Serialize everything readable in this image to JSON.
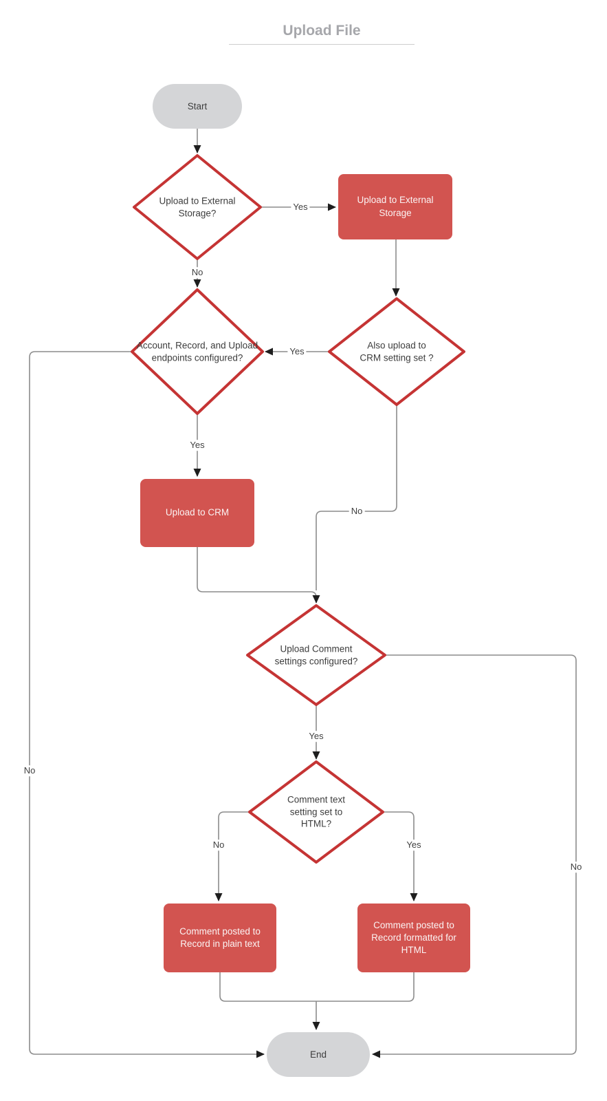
{
  "title": {
    "text": "Upload File"
  },
  "nodes": {
    "start": {
      "label": "Start",
      "type": "terminator"
    },
    "d_external": {
      "label": "Upload to External Storage?",
      "type": "decision"
    },
    "p_external": {
      "label": "Upload to External Storage",
      "type": "process"
    },
    "d_endpoints": {
      "label": "Account, Record, and Upload endpoints configured?",
      "type": "decision"
    },
    "d_also_crm": {
      "label": "Also upload to CRM setting set ?",
      "type": "decision"
    },
    "p_crm": {
      "label": "Upload to CRM",
      "type": "process"
    },
    "d_comment": {
      "label": "Upload Comment settings configured?",
      "type": "decision"
    },
    "d_html": {
      "label": "Comment text setting set to HTML?",
      "type": "decision"
    },
    "p_plain": {
      "label": "Comment posted to Record in plain text",
      "type": "process"
    },
    "p_html": {
      "label": "Comment posted to Record formatted for HTML",
      "type": "process"
    },
    "end": {
      "label": "End",
      "type": "terminator"
    }
  },
  "edge_labels": {
    "external_yes": "Yes",
    "external_no": "No",
    "also_crm_yes": "Yes",
    "also_crm_no": "No",
    "endpoints_yes": "Yes",
    "endpoints_no": "No",
    "comment_yes": "Yes",
    "comment_no": "No",
    "html_no": "No",
    "html_yes": "Yes"
  },
  "colors": {
    "process_fill": "#d25450",
    "decision_stroke": "#c53434",
    "terminator_fill": "#d4d5d7",
    "edge_line": "#8c8c8c",
    "arrowhead": "#1e1e1e",
    "title_text": "#a6a7ab"
  }
}
